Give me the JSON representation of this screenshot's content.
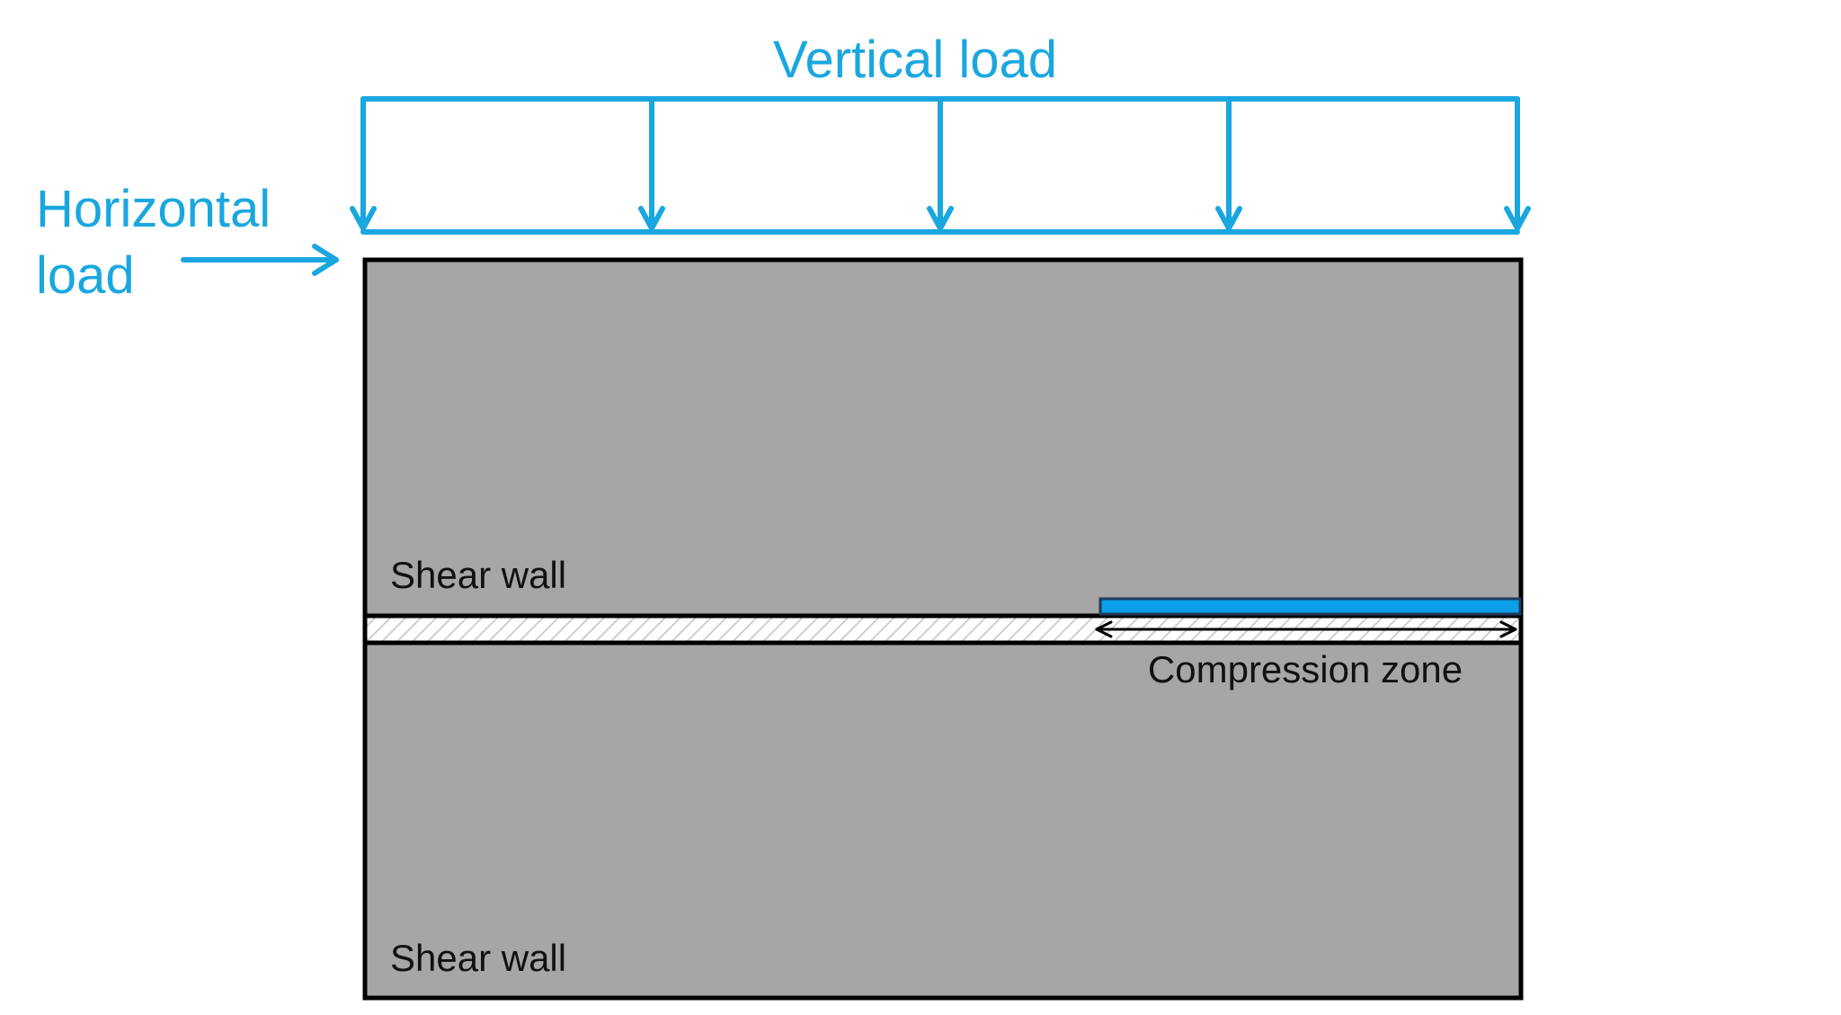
{
  "labels": {
    "vertical_load": "Vertical load",
    "horizontal_load_line1": "Horizontal",
    "horizontal_load_line2": "load",
    "upper_wall": "Shear wall",
    "lower_wall": "Shear wall",
    "compression_zone": "Compression zone"
  },
  "colors": {
    "load": "#1aa7e0",
    "wall_fill": "#a6a6a6",
    "wall_stroke": "#000000",
    "compression_bar": "#0c9ee8",
    "compression_bar_outline": "#1f3b5a",
    "joint_hatch": "#cfcfcf",
    "text_dark": "#111111"
  },
  "icons": {
    "vertical_load_arrows": "arrow-down-icon",
    "horizontal_load_arrow": "arrow-right-icon",
    "compression_zone_dimension": "double-arrow-icon"
  }
}
